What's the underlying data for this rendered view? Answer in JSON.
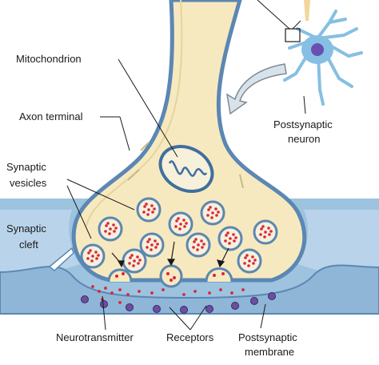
{
  "labels": {
    "mitochondrion": "Mitochondrion",
    "axon_terminal": "Axon terminal",
    "synaptic_vesicles_line1": "Synaptic",
    "synaptic_vesicles_line2": "vesicles",
    "synaptic_cleft_line1": "Synaptic",
    "synaptic_cleft_line2": "cleft",
    "postsynaptic_neuron_line1": "Postsynaptic",
    "postsynaptic_neuron_line2": "neuron",
    "neurotransmitter": "Neurotransmitter",
    "receptors": "Receptors",
    "postsynaptic_membrane_line1": "Postsynaptic",
    "postsynaptic_membrane_line2": "membrane"
  },
  "colors": {
    "cytoplasm": "#f7e9bf",
    "membrane": "#5b87b3",
    "cleft_fill": "#b9d4ea",
    "postsynaptic_band": "#8fb6d6",
    "neurotransmitter_dot": "#d7263d",
    "receptor": "#6b4fa0",
    "neuron_body": "#cfe6f7",
    "neuron_nucleus": "#6a4fb0",
    "arrow_fill": "#d8e2ea",
    "axon_tip": "#f3d79a"
  },
  "icons": [
    "postsynaptic-neuron-icon",
    "zoom-arrow-icon",
    "mitochondrion-icon",
    "synaptic-vesicle-icon"
  ]
}
